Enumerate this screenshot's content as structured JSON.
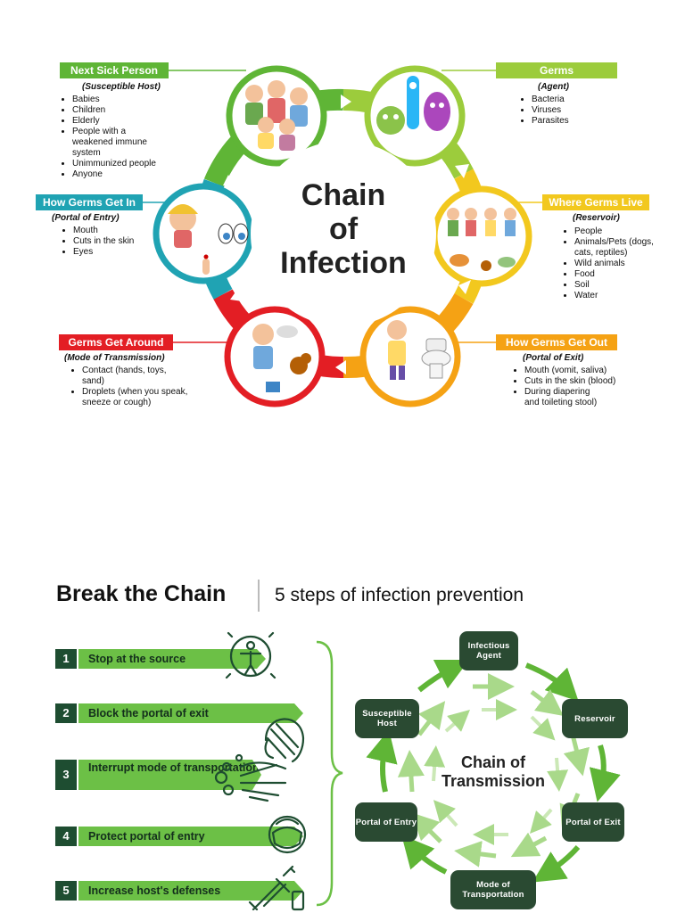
{
  "chain_of_infection": {
    "title_lines": [
      "Chain",
      "of",
      "Infection"
    ],
    "next_sick_person": {
      "header": "Next Sick Person",
      "subtitle": "(Susceptible Host)",
      "items": [
        "Babies",
        "Children",
        "Elderly",
        "People with a weakened immune system",
        "Unimmunized people",
        "Anyone"
      ]
    },
    "germs": {
      "header": "Germs",
      "subtitle": "(Agent)",
      "items": [
        "Bacteria",
        "Viruses",
        "Parasites"
      ]
    },
    "how_germs_get_in": {
      "header": "How Germs Get In",
      "subtitle": "(Portal of Entry)",
      "items": [
        "Mouth",
        "Cuts in the skin",
        "Eyes"
      ]
    },
    "where_germs_live": {
      "header": "Where Germs Live",
      "subtitle": "(Reservoir)",
      "items": [
        "People",
        "Animals/Pets (dogs, cats, reptiles)",
        "Wild animals",
        "Food",
        "Soil",
        "Water"
      ]
    },
    "germs_get_around": {
      "header": "Germs Get Around",
      "subtitle": "(Mode of Transmission)",
      "items": [
        "Contact (hands, toys, sand)",
        "Droplets (when you speak, sneeze or cough)"
      ]
    },
    "how_germs_get_out": {
      "header": "How Germs Get Out",
      "subtitle": "(Portal of Exit)",
      "items": [
        "Mouth (vomit, saliva)",
        "Cuts in the skin (blood)",
        "During diapering and toileting stool)"
      ]
    }
  },
  "break_the_chain": {
    "title": "Break the Chain",
    "subtitle": "5 steps of infection prevention",
    "steps": [
      {
        "num": "1",
        "label": "Stop at the source",
        "icon": "person-germs-icon"
      },
      {
        "num": "2",
        "label": "Block the portal of exit",
        "icon": "cough-icon"
      },
      {
        "num": "3",
        "label": "Interrupt mode of transportation",
        "icon": "handwash-icon"
      },
      {
        "num": "4",
        "label": "Protect portal of entry",
        "icon": "face-mask-icon"
      },
      {
        "num": "5",
        "label": "Increase host's defenses",
        "icon": "syringe-icon"
      }
    ],
    "transmission": {
      "title_lines": [
        "Chain of",
        "Transmission"
      ],
      "nodes": {
        "agent": "Infectious Agent",
        "reservoir": "Reservoir",
        "exit": "Portal of Exit",
        "mode": "Mode of Transportation",
        "entry": "Portal of Entry",
        "host": "Susceptible Host"
      }
    }
  },
  "colors": {
    "green": "#5fb536",
    "lime": "#9ccc3c",
    "yellow": "#f2c81e",
    "orange": "#f5a214",
    "red": "#e31e24",
    "teal": "#20a3b3",
    "dark_green": "#1e4d31",
    "step_green": "#6cc046"
  }
}
